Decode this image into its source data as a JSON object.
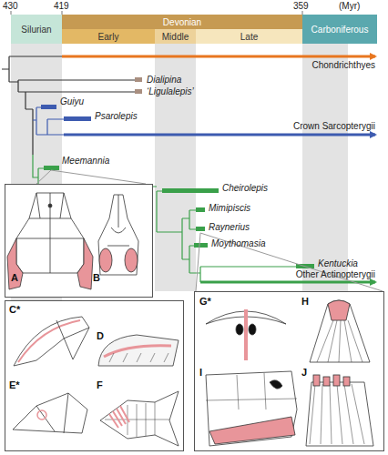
{
  "diagram": {
    "nodes": [
      {
        "text": [
          "Silurian"
        ]
      },
      {
        "text": [
          "Devonian"
        ]
      },
      {
        "text": [
          "Early"
        ]
      },
      {
        "text": [
          "Middle"
        ]
      },
      {
        "text": [
          "Late"
        ]
      },
      {
        "text": [
          "Carboniferous"
        ]
      },
      {
        "text": [
          "A",
          "B"
        ]
      },
      {
        "text": [
          "C*",
          "D",
          "E*",
          "F"
        ]
      },
      {
        "text": [
          "G*",
          "H",
          "I",
          "J"
        ]
      }
    ],
    "labels": [
      "430",
      "419",
      "359",
      "(Myr)",
      "Chondrichthyes",
      "Dialipina",
      "‘Ligulalepis’",
      "Guiyu",
      "Psarolepis",
      "Crown Sarcopterygii",
      "Meemannia",
      "Cheirolepis",
      "Mimipiscis",
      "Raynerius",
      "Moythomasia",
      "Kentuckia",
      "Other Actinopterygii"
    ]
  }
}
